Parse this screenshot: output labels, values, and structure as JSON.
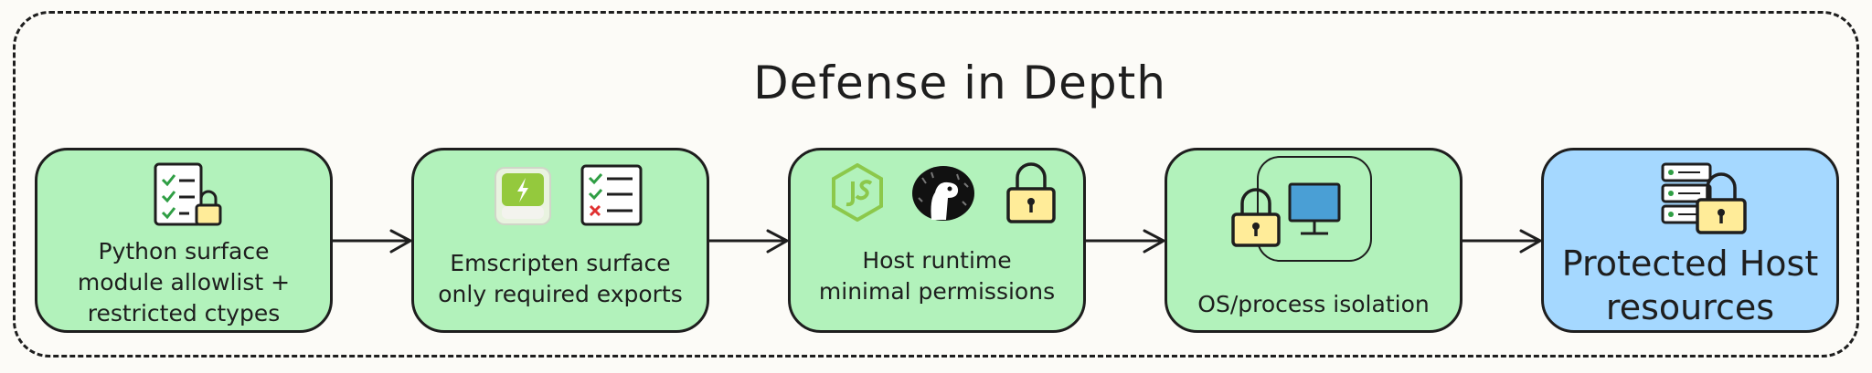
{
  "diagram": {
    "title": "Defense in Depth",
    "layers": [
      {
        "id": "python",
        "lines": [
          "Python surface",
          "module allowlist +",
          "restricted ctypes"
        ],
        "icons": [
          "checklist-icon",
          "padlock-icon"
        ]
      },
      {
        "id": "emscripten",
        "lines": [
          "Emscripten surface",
          "only required exports"
        ],
        "icons": [
          "wasm-module-icon",
          "checklist-icon"
        ]
      },
      {
        "id": "host-runtime",
        "lines": [
          "Host runtime",
          "minimal permissions"
        ],
        "icons": [
          "nodejs-icon",
          "deno-icon",
          "padlock-icon"
        ]
      },
      {
        "id": "os",
        "lines": [
          "OS/process isolation"
        ],
        "icons": [
          "padlock-icon",
          "monitor-icon"
        ]
      },
      {
        "id": "protected",
        "lines": [
          "Protected Host",
          "resources"
        ],
        "icons": [
          "server-icon",
          "padlock-icon"
        ]
      }
    ]
  },
  "colors": {
    "layer_fill": "#b2f2bb",
    "protected_fill": "#a5d8ff",
    "stroke": "#1e1e1e",
    "padlock": "#ffec99",
    "monitor": "#4a9fd5",
    "nodejs": "#8cc84b"
  }
}
